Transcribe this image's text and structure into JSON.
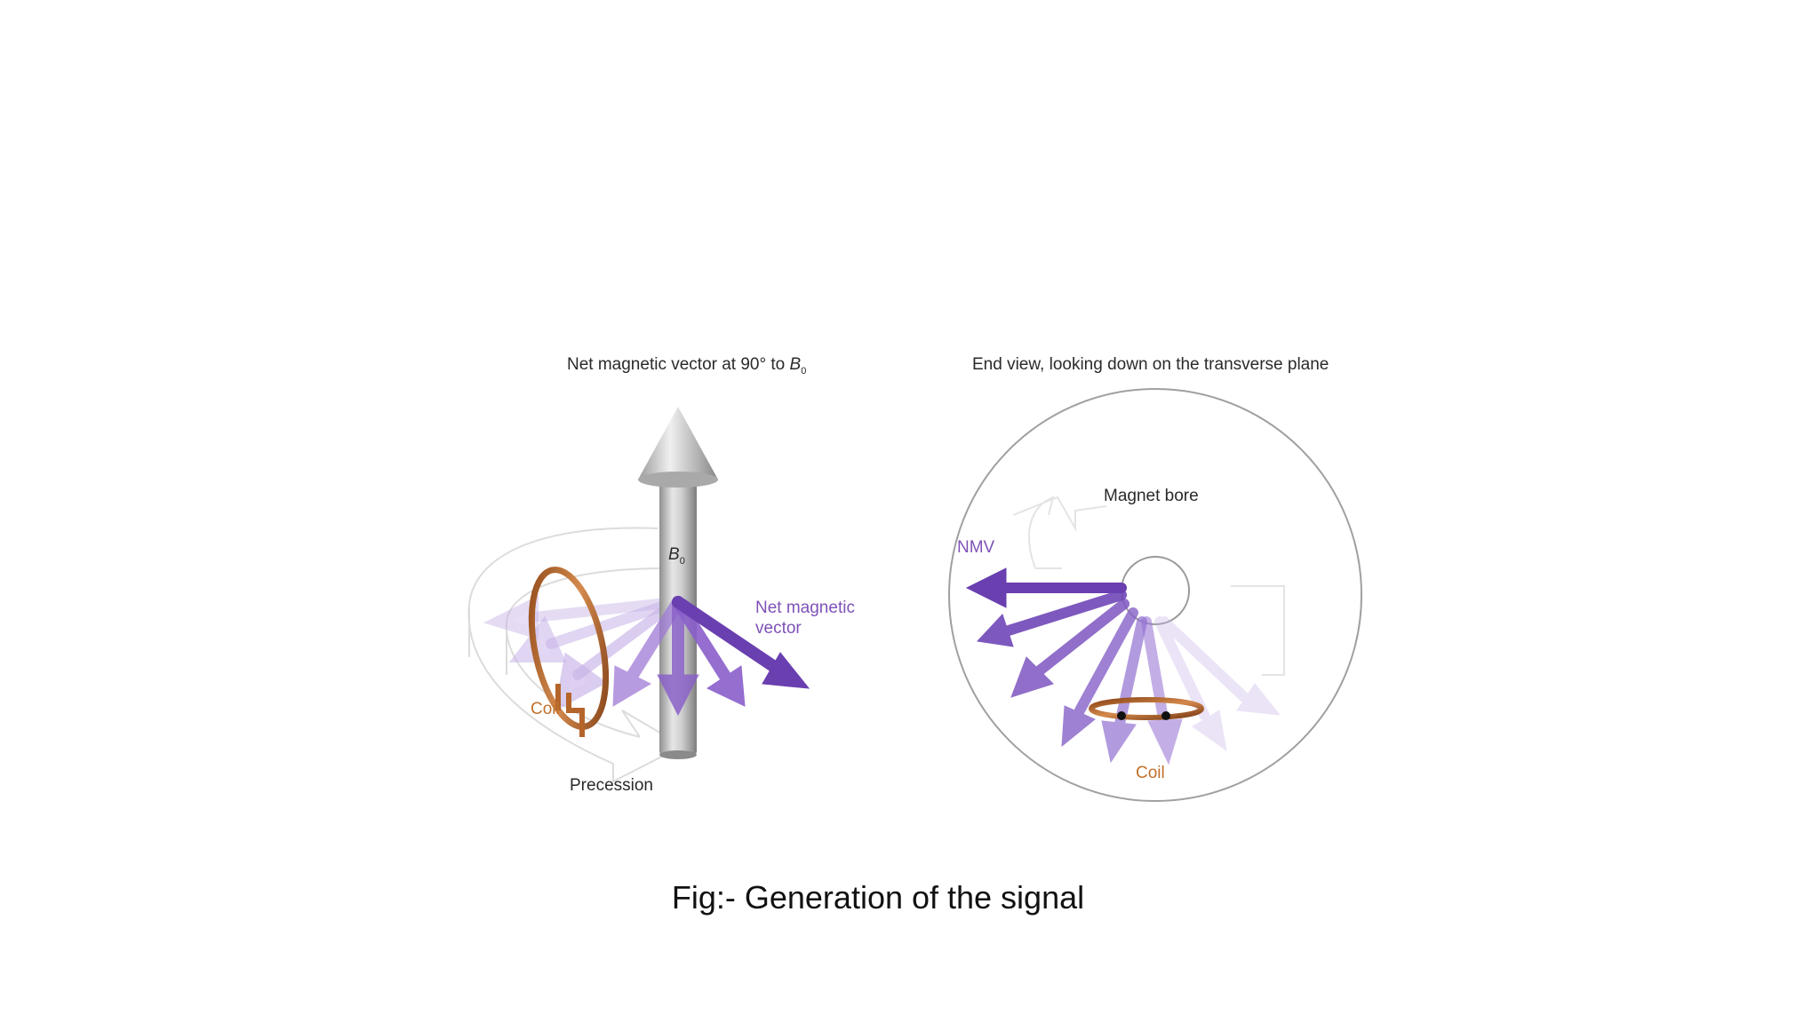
{
  "left_panel": {
    "title_prefix": "Net magnetic vector at 90° to ",
    "title_symbol": "B",
    "title_subscript": "0",
    "b0_symbol": "B",
    "b0_subscript": "0",
    "net_vector_line1": "Net magnetic",
    "net_vector_line2": "vector",
    "coil_label": "Coil",
    "precession_label": "Precession"
  },
  "right_panel": {
    "title": "End view, looking down on the transverse plane",
    "bore_label": "Magnet bore",
    "nmv_label": "NMV",
    "coil_label": "Coil"
  },
  "caption": "Fig:- Generation of the signal",
  "colors": {
    "vector_purple": "#6a3fb0",
    "vector_light": "#b79ce0",
    "coil_copper": "#b5652a",
    "b0_grey": "#bdbdbd"
  }
}
